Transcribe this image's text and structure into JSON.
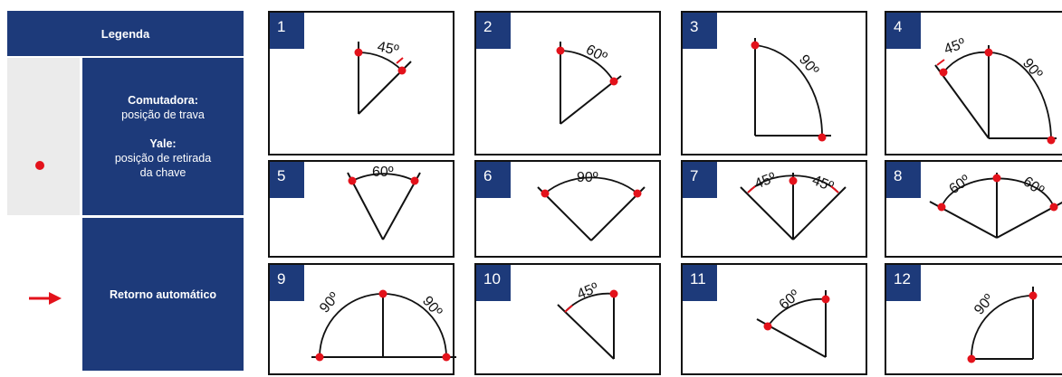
{
  "legend": {
    "header": "Legenda",
    "comutadora_title": "Comutadora:",
    "comutadora_desc": "posição de trava",
    "yale_title": "Yale:",
    "yale_desc_1": "posição de retirada",
    "yale_desc_2": "da chave",
    "auto_return": "Retorno automático",
    "dot_icon": "red-dot",
    "arrow_icon": "red-arrow"
  },
  "colors": {
    "navy": "#1d3a7a",
    "red": "#e3121b",
    "gray": "#ebebeb",
    "line": "#111111"
  },
  "panels": [
    {
      "number": "1",
      "angles": [
        "45º"
      ]
    },
    {
      "number": "2",
      "angles": [
        "60º"
      ]
    },
    {
      "number": "3",
      "angles": [
        "90º"
      ]
    },
    {
      "number": "4",
      "angles": [
        "45º",
        "90º"
      ]
    },
    {
      "number": "5",
      "angles": [
        "60º"
      ]
    },
    {
      "number": "6",
      "angles": [
        "90º"
      ]
    },
    {
      "number": "7",
      "angles": [
        "45º",
        "45º"
      ]
    },
    {
      "number": "8",
      "angles": [
        "60º",
        "60º"
      ]
    },
    {
      "number": "9",
      "angles": [
        "90º",
        "90º"
      ]
    },
    {
      "number": "10",
      "angles": [
        "45º"
      ]
    },
    {
      "number": "11",
      "angles": [
        "60º"
      ]
    },
    {
      "number": "12",
      "angles": [
        "90º"
      ]
    }
  ]
}
